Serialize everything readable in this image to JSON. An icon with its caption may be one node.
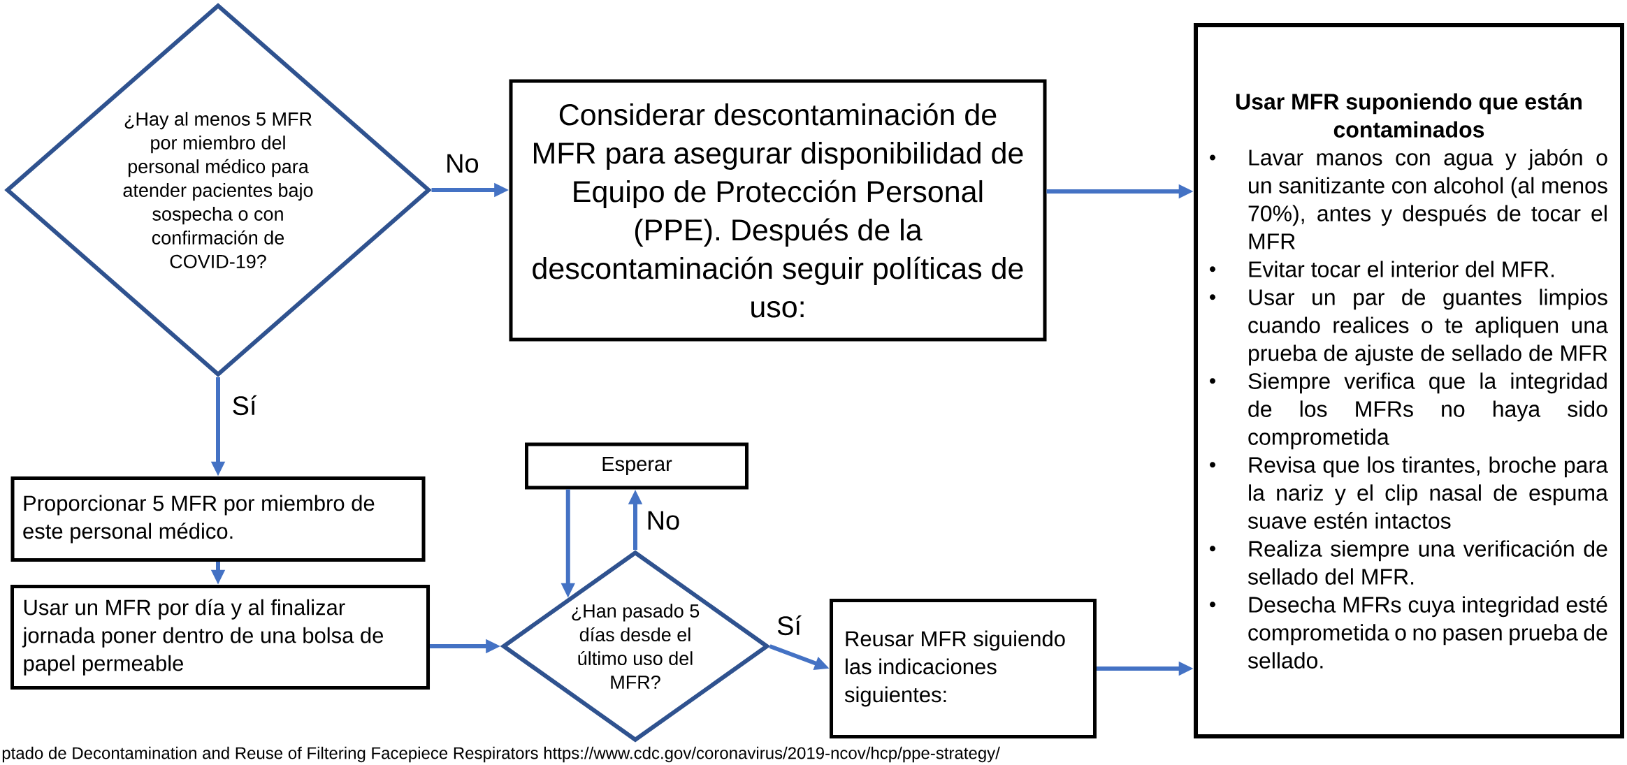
{
  "diagram": {
    "caption": "ptado de Decontamination and Reuse of Filtering Facepiece Respirators https://www.cdc.gov/coronavirus/2019-ncov/hcp/ppe-strategy/",
    "nodes": [
      {
        "text": [
          "¿Hay al menos 5 MFR por miembro del personal médico para atender pacientes bajo sospecha o con confirmación de COVID-19?"
        ]
      },
      {
        "text": [
          "Considerar descontaminación de MFR para asegurar disponibilidad de Equipo de Protección Personal (PPE). Después de la descontaminación seguir políticas de uso:"
        ]
      },
      {
        "text": [
          "Usar MFR suponiendo que están contaminados",
          "Lavar manos con agua y jabón o un sanitizante con alcohol (al menos 70%), antes y después de tocar el MFR",
          "Evitar tocar el interior del MFR.",
          "Usar un par de guantes limpios cuando realices o te apliquen una prueba de ajuste de sellado de MFR",
          "Siempre verifica que la integridad de los MFRs no haya sido comprometida",
          "Revisa que los tirantes, broche para la nariz y el clip nasal de espuma suave estén intactos",
          "Realiza siempre una verificación de sellado del MFR.",
          "Desecha MFRs cuya integridad esté comprometida o no pasen prueba de sellado."
        ]
      },
      {
        "text": [
          "Proporcionar 5 MFR por miembro de este personal médico."
        ]
      },
      {
        "text": [
          "Esperar"
        ]
      },
      {
        "text": [
          "Usar un MFR por día y al finalizar jornada  poner dentro de una bolsa de papel permeable"
        ]
      },
      {
        "text": [
          "¿Han pasado 5 días desde el último uso del MFR?"
        ]
      },
      {
        "text": [
          "Reusar MFR siguiendo las indicaciones siguientes:"
        ]
      }
    ],
    "edges": [
      {
        "from": 0,
        "to": 1,
        "arrow": "to",
        "label": "No"
      },
      {
        "from": 1,
        "to": 2,
        "arrow": "to"
      },
      {
        "from": 0,
        "to": 3,
        "arrow": "to",
        "label": "Sí"
      },
      {
        "from": 3,
        "to": 5,
        "arrow": "to"
      },
      {
        "from": 5,
        "to": 6,
        "arrow": "to"
      },
      {
        "from": 6,
        "to": 4,
        "arrow": "to",
        "label": "No"
      },
      {
        "from": 4,
        "to": 6,
        "arrow": "to"
      },
      {
        "from": 6,
        "to": 7,
        "arrow": "to",
        "label": "Sí"
      },
      {
        "from": 7,
        "to": 2,
        "arrow": "to"
      }
    ]
  }
}
